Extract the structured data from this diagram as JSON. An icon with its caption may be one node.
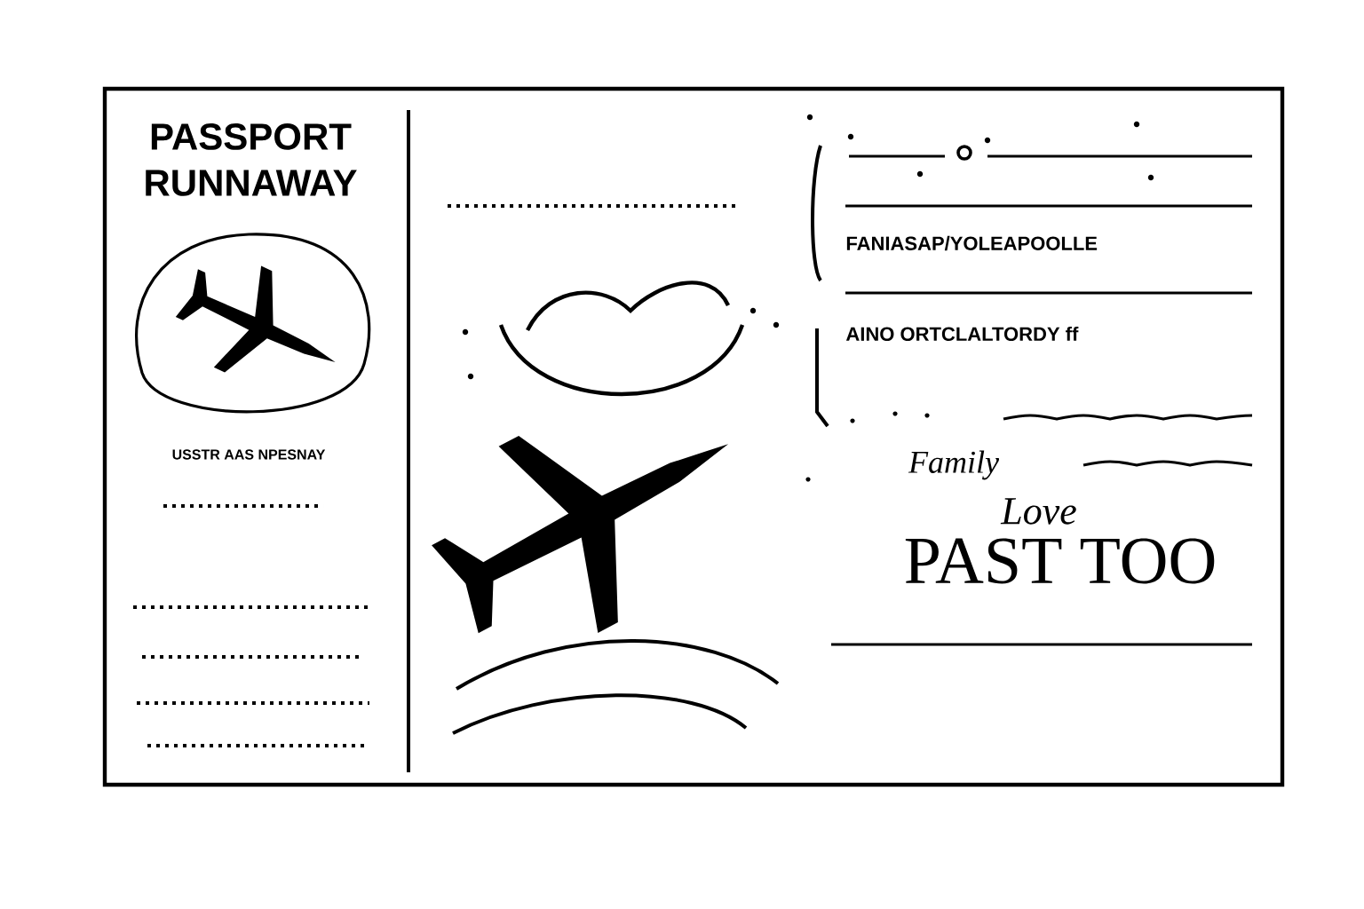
{
  "diagram": {
    "title": "PASSPORT RUNNAWAY",
    "labels": [
      "USSTR AAS NPESNAY",
      "FANIASAP/YOLEAPOOLLE",
      "AINO ORTCLALTORDY ff",
      "Family",
      "Love",
      "PAST TOO"
    ]
  }
}
